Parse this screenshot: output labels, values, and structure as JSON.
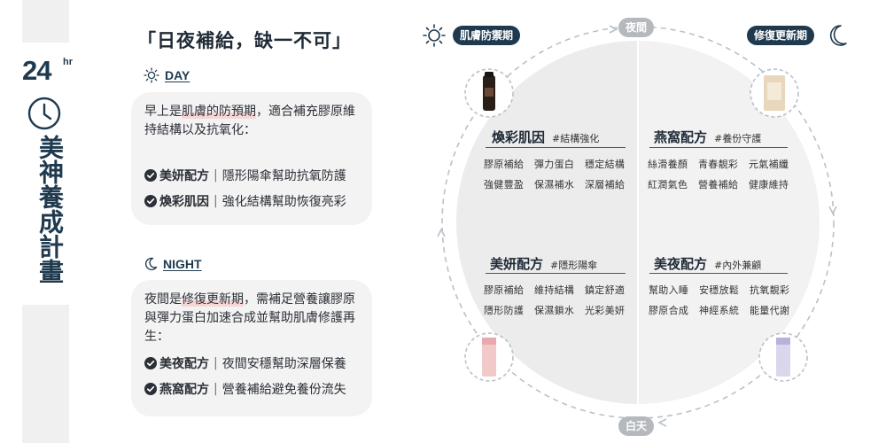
{
  "left": {
    "hours": "24",
    "hours_unit": "hr",
    "vertical_title": "美神養成計畫"
  },
  "headline": "「日夜補給，缺一不可」",
  "day": {
    "label": "DAY",
    "para_pre": "早上是",
    "para_hl": "肌膚的防預期",
    "para_post": "，適合補充膠原維持結構以及抗氧化：",
    "items": [
      {
        "name": "美妍配方",
        "desc": "隱形陽傘幫助抗氧防護"
      },
      {
        "name": "煥彩肌因",
        "desc": "強化結構幫助恢復亮彩"
      }
    ]
  },
  "night": {
    "label": "NIGHT",
    "para_pre": "夜間是",
    "para_hl": "修復更新期",
    "para_post": "，需補足營養讓膠原與彈力蛋白加速合成並幫助肌膚修護再生：",
    "items": [
      {
        "name": "美夜配方",
        "desc": "夜間安穩幫助深層保養"
      },
      {
        "name": "燕窩配方",
        "desc": "營養補給避免養份流失"
      }
    ]
  },
  "diagram": {
    "tag_left": "肌膚防禦期",
    "tag_right": "修復更新期",
    "top_badge": "夜間",
    "bottom_badge": "白天",
    "products": [
      {
        "title": "煥彩肌因",
        "hash": "#結構強化",
        "keywords": [
          "膠原補給",
          "彈力蛋白",
          "穩定結構",
          "強健豐盈",
          "保濕補水",
          "深層補給"
        ]
      },
      {
        "title": "燕窩配方",
        "hash": "#養份守護",
        "keywords": [
          "絲滑養顏",
          "青春靚彩",
          "元氣補纖",
          "紅潤氣色",
          "營養補給",
          "健康維持"
        ]
      },
      {
        "title": "美妍配方",
        "hash": "#隱形陽傘",
        "keywords": [
          "膠原補給",
          "維持結構",
          "鎮定舒適",
          "隱形防護",
          "保濕鎖水",
          "光彩美妍"
        ]
      },
      {
        "title": "美夜配方",
        "hash": "#內外兼顧",
        "keywords": [
          "幫助入睡",
          "安穩放鬆",
          "抗氧靚彩",
          "膠原合成",
          "神經系統",
          "能量代謝"
        ]
      }
    ]
  },
  "colors": {
    "navy": "#1f3a4f",
    "card_bg": "#f3f3f3",
    "disc_left": "#e9e9e9",
    "disc_right": "#f1f1f1",
    "highlight": "#f7d6d6"
  }
}
